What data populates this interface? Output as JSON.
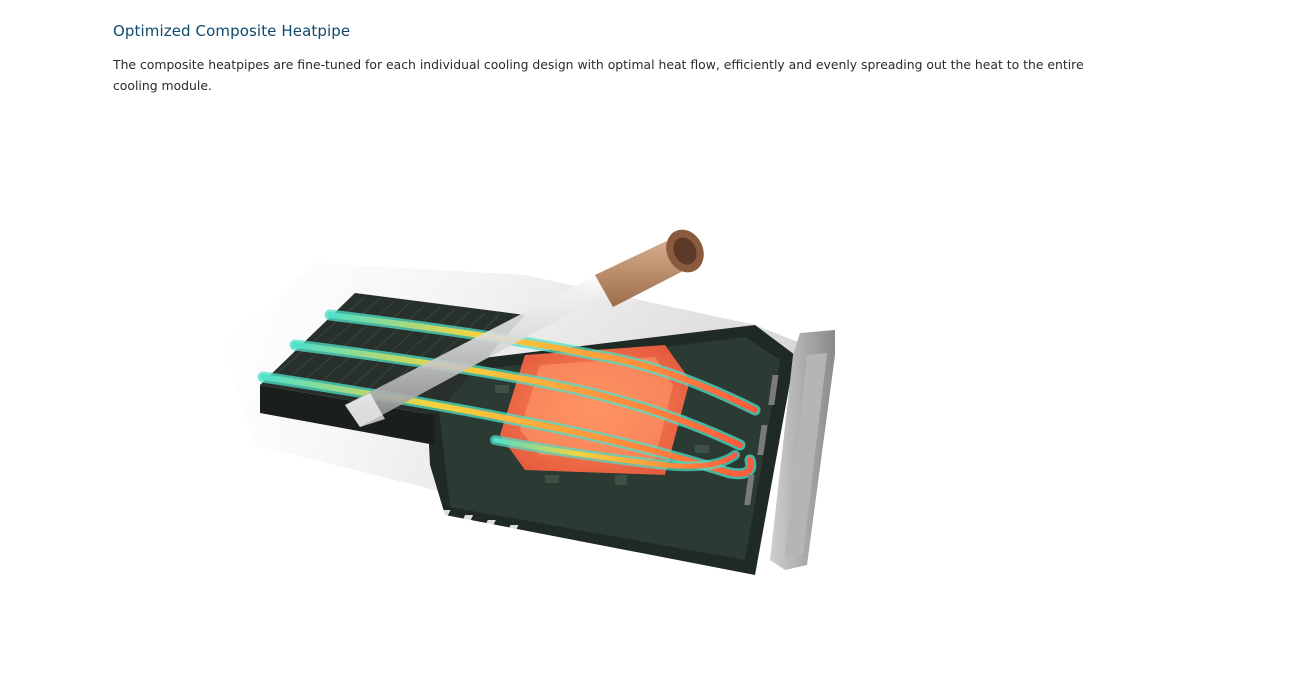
{
  "feature": {
    "title": "Optimized Composite Heatpipe",
    "description": "The composite heatpipes are fine-tuned for each individual cooling design with optimal heat flow, efficiently and evenly spreading out the heat to the entire cooling module."
  },
  "illustration": {
    "subject": "graphics-card-heatpipe-render",
    "icon": "gpu-cooler-illustration"
  },
  "colors": {
    "title": "#10486e",
    "text": "#2a2a2a",
    "background": "#ffffff",
    "heat_hot": "#ff6a3d",
    "heat_warm": "#f6d33c",
    "heat_cool": "#4fe0c8"
  }
}
